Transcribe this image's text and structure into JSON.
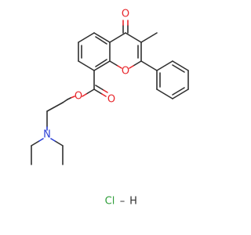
{
  "atoms": {
    "carbonyl_oxygen": "O",
    "ring_oxygen": "O",
    "ester_carbonyl_oxygen": "O",
    "ester_ether_oxygen": "O",
    "amine_nitrogen": "N"
  },
  "salt": {
    "chlorine": "Cl",
    "bond": "–",
    "hydrogen": "H"
  },
  "colors": {
    "bond": "#303030",
    "oxygen": "#e8262b",
    "nitrogen": "#2b3fd6",
    "salt": "#2f9e3a"
  }
}
